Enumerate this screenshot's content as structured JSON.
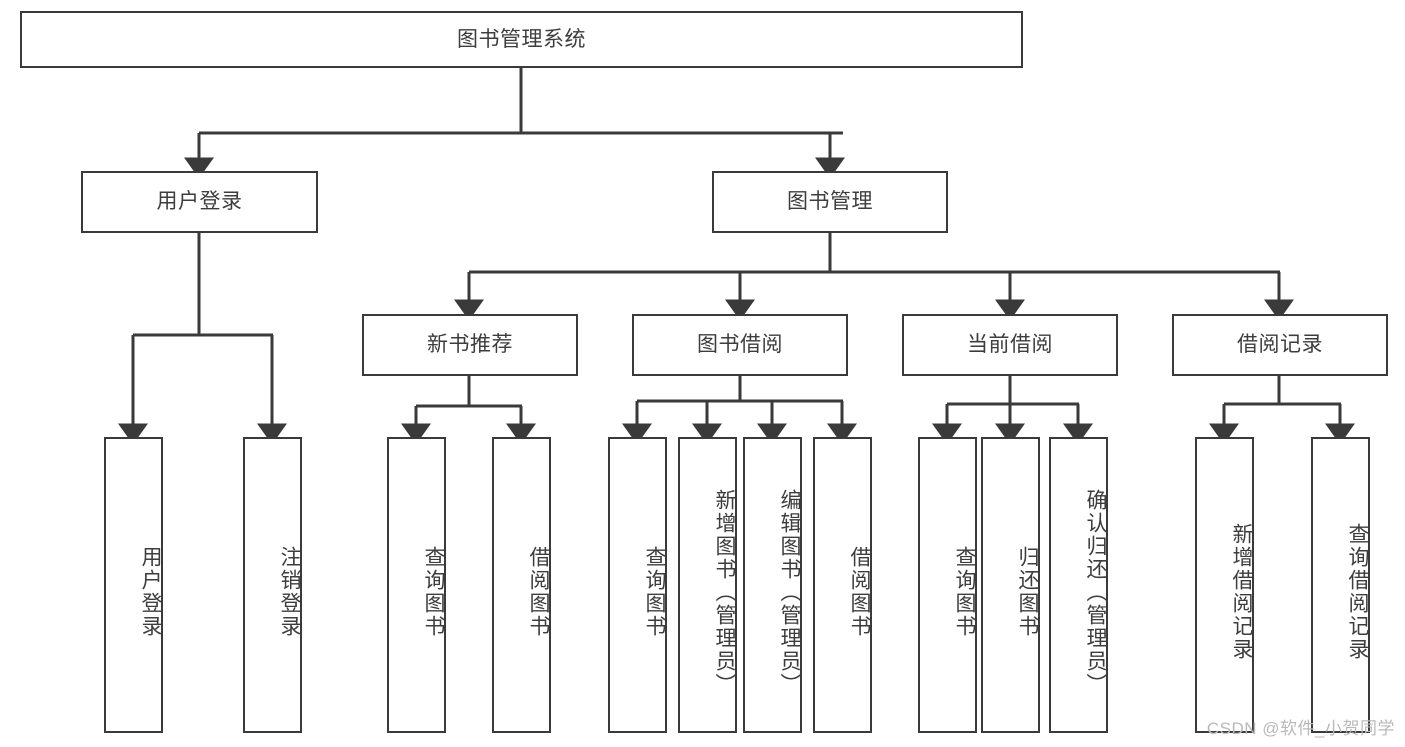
{
  "diagram": {
    "type": "tree",
    "title_node": "图书管理系统",
    "watermark": "CSDN @软件_小贺同学",
    "colors": {
      "stroke": "#3a3a3a",
      "text": "#3d3d3d",
      "background": "#ffffff",
      "watermark": "#b9b9b9"
    },
    "levels": {
      "level1": [
        "图书管理系统"
      ],
      "level2": [
        "用户登录",
        "图书管理"
      ],
      "level3": [
        "新书推荐",
        "图书借阅",
        "当前借阅",
        "借阅记录"
      ],
      "level4": [
        "用户登录",
        "注销登录",
        "查询图书",
        "借阅图书",
        "查询图书",
        "新增图书（管理员）",
        "编辑图书（管理员）",
        "借阅图书",
        "查询图书",
        "归还图书",
        "确认归还（管理员）",
        "新增借阅记录",
        "查询借阅记录"
      ]
    },
    "nodes": {
      "root": "图书管理系统",
      "user_login": "用户登录",
      "book_manage": "图书管理",
      "new_book_rec": "新书推荐",
      "book_borrow": "图书借阅",
      "current_borrow": "当前借阅",
      "borrow_record": "借阅记录",
      "leaf_user_login": "用户登录",
      "leaf_logout": "注销登录",
      "leaf_query_book_a": "查询图书",
      "leaf_borrow_book_a": "借阅图书",
      "leaf_query_book_b": "查询图书",
      "leaf_add_book": "新增图书（管理员）",
      "leaf_edit_book": "编辑图书（管理员）",
      "leaf_borrow_book_b": "借阅图书",
      "leaf_query_book_c": "查询图书",
      "leaf_return_book": "归还图书",
      "leaf_confirm_return": "确认归还（管理员）",
      "leaf_add_record": "新增借阅记录",
      "leaf_query_record": "查询借阅记录"
    },
    "edges": [
      {
        "from": "图书管理系统",
        "to": "用户登录"
      },
      {
        "from": "图书管理系统",
        "to": "图书管理"
      },
      {
        "from": "用户登录",
        "to": "用户登录"
      },
      {
        "from": "用户登录",
        "to": "注销登录"
      },
      {
        "from": "图书管理",
        "to": "新书推荐"
      },
      {
        "from": "图书管理",
        "to": "图书借阅"
      },
      {
        "from": "图书管理",
        "to": "当前借阅"
      },
      {
        "from": "图书管理",
        "to": "借阅记录"
      },
      {
        "from": "新书推荐",
        "to": "查询图书"
      },
      {
        "from": "新书推荐",
        "to": "借阅图书"
      },
      {
        "from": "图书借阅",
        "to": "查询图书"
      },
      {
        "from": "图书借阅",
        "to": "新增图书（管理员）"
      },
      {
        "from": "图书借阅",
        "to": "编辑图书（管理员）"
      },
      {
        "from": "图书借阅",
        "to": "借阅图书"
      },
      {
        "from": "当前借阅",
        "to": "查询图书"
      },
      {
        "from": "当前借阅",
        "to": "归还图书"
      },
      {
        "from": "当前借阅",
        "to": "确认归还（管理员）"
      },
      {
        "from": "借阅记录",
        "to": "新增借阅记录"
      },
      {
        "from": "借阅记录",
        "to": "查询借阅记录"
      }
    ]
  }
}
